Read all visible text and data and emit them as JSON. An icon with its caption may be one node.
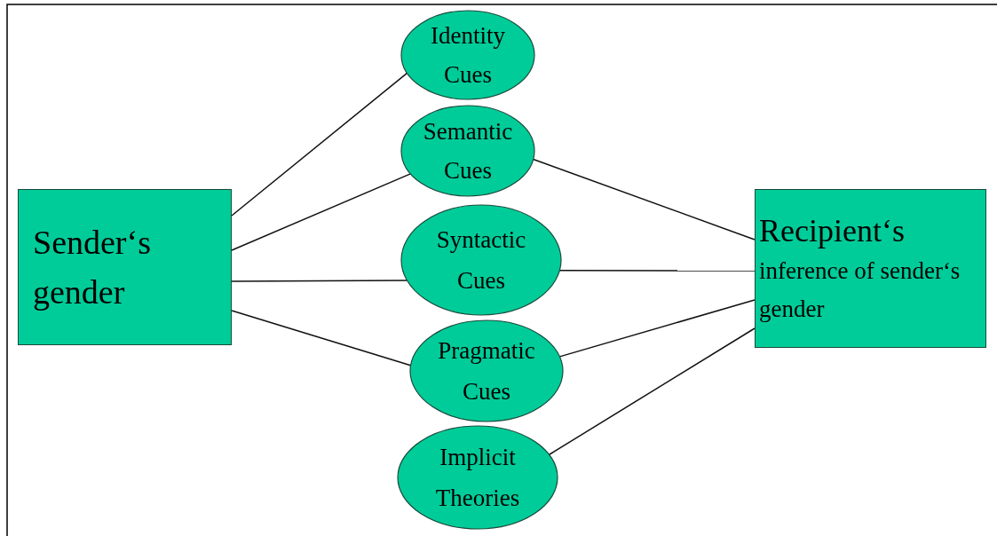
{
  "diagram": {
    "nodes": [
      {
        "text": [
          "Sender‘s gender"
        ]
      },
      {
        "text": [
          "Identity Cues"
        ]
      },
      {
        "text": [
          "Semantic Cues"
        ]
      },
      {
        "text": [
          "Syntactic Cues"
        ]
      },
      {
        "text": [
          "Pragmatic Cues"
        ]
      },
      {
        "text": [
          "Implicit Theories"
        ]
      },
      {
        "text": [
          "Recipient‘s",
          "inference of sender‘s gender"
        ]
      }
    ],
    "edges": [
      {
        "from": 0,
        "to": 1,
        "arrow": "none"
      },
      {
        "from": 0,
        "to": 2,
        "arrow": "none"
      },
      {
        "from": 0,
        "to": 3,
        "arrow": "none"
      },
      {
        "from": 0,
        "to": 4,
        "arrow": "none"
      },
      {
        "from": 2,
        "to": 6,
        "arrow": "none"
      },
      {
        "from": 3,
        "to": 6,
        "arrow": "none"
      },
      {
        "from": 4,
        "to": 6,
        "arrow": "none"
      },
      {
        "from": 5,
        "to": 6,
        "arrow": "none"
      }
    ]
  }
}
